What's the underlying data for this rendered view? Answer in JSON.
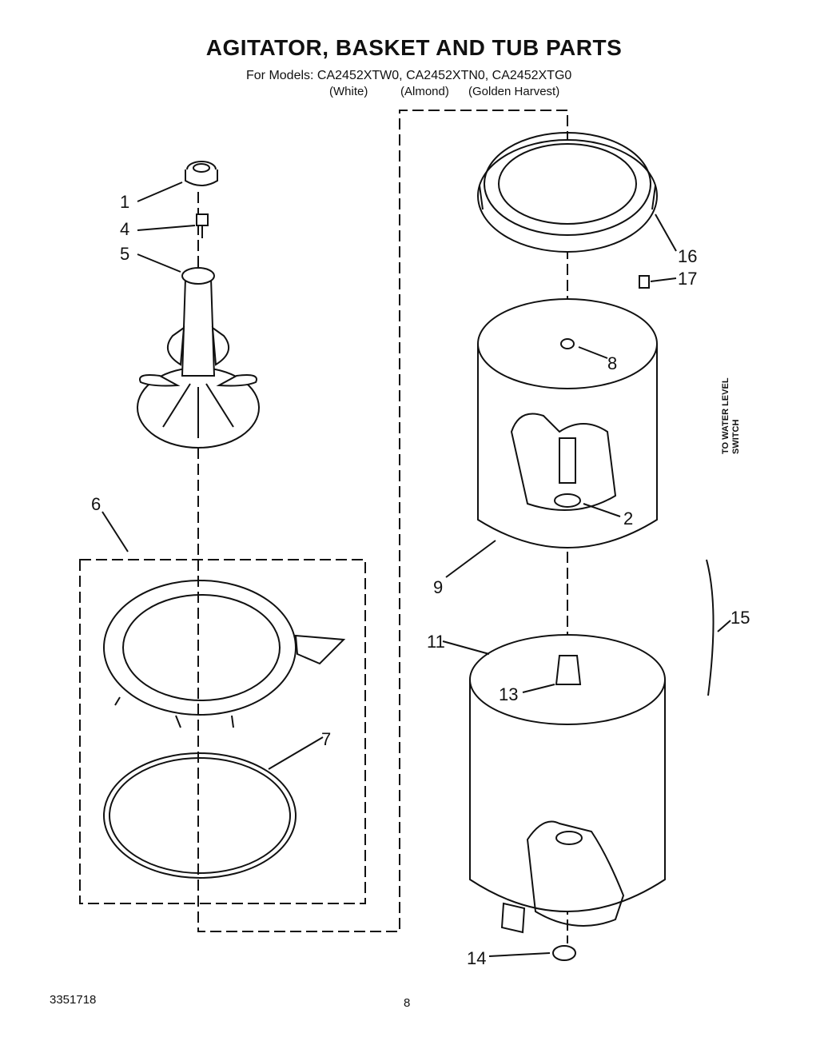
{
  "title": "AGITATOR, BASKET AND TUB PARTS",
  "subtitle": "For Models: CA2452XTW0, CA2452XTN0, CA2452XTG0",
  "variants": [
    "(White)",
    "(Almond)",
    "(Golden Harvest)"
  ],
  "callouts": [
    "1",
    "4",
    "5",
    "6",
    "7",
    "16",
    "17",
    "8",
    "2",
    "9",
    "11",
    "13",
    "15",
    "14"
  ],
  "side_note": [
    "TO WATER LEVEL",
    "SWITCH"
  ],
  "footer": {
    "code": "3351718",
    "page": "8"
  }
}
